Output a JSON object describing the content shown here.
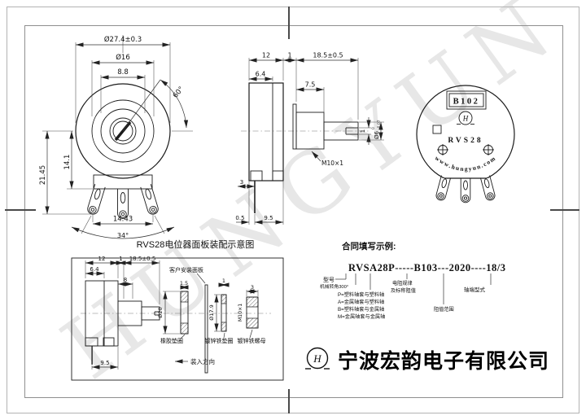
{
  "watermark": {
    "text": "HUNGYUN"
  },
  "front_view": {
    "dim_outer": "Ø27.4±0.3",
    "dim_d16": "Ø16",
    "dim_88": "8.8",
    "dim_60": "60°",
    "dim_2145": "21.45",
    "dim_141": "14.1",
    "dim_1443": "14.43",
    "dim_34": "34°"
  },
  "side_view": {
    "dim_12": "12",
    "dim_1": "1",
    "dim_185": "18.5±0.5",
    "dim_64": "6.4",
    "dim_75": "7.5",
    "thread": "M10×1",
    "dim_slot": "1",
    "shaft_dia": "Ø6",
    "tol_hi": "0",
    "tol_lo": "-0.07",
    "dim_3": "3",
    "dim_05": "0.5",
    "dim_95": "9.5"
  },
  "back_view": {
    "code": "B102",
    "logo": "H",
    "model": "RVS28",
    "website": "www.hungyun.com"
  },
  "assembly": {
    "title": "RVS28电位器面板装配示意图",
    "dim_12": "12",
    "dim_1": "1",
    "dim_185": "18.5±0.5",
    "dim_64": "6.4",
    "dim_8": "8",
    "dim_95": "9.5",
    "dim_15": "1.5",
    "dim_d20": "Ø20",
    "dim_w1": "1",
    "dim_d179": "Ø17.9",
    "dim_3": "3",
    "dim_m10": "M10×1",
    "label_panel": "客户安装面板",
    "label_rubber": "橡胶垫圈",
    "label_washer": "镀锌铁垫圈",
    "label_nut": "镀锌铁螺母",
    "label_direction": "装入方向"
  },
  "order_example": {
    "heading": "合同填写示例:",
    "code": "RVSA28P-----B103---2020----18/3",
    "label_model": "型号",
    "label_angle": "机械转角300°",
    "opt_p": "P=塑料轴套与塑料轴",
    "opt_a": "A=金属轴套与塑料轴",
    "opt_b": "B=塑料轴套与金属轴",
    "opt_m": "M=金属轴套与金属轴",
    "label_res1": "电阻规律",
    "label_res2": "及标称阻值",
    "label_range": "阻值范围",
    "label_shaft": "轴端型式"
  },
  "footer": {
    "logo": "H",
    "company": "宁波宏韵电子有限公司"
  }
}
